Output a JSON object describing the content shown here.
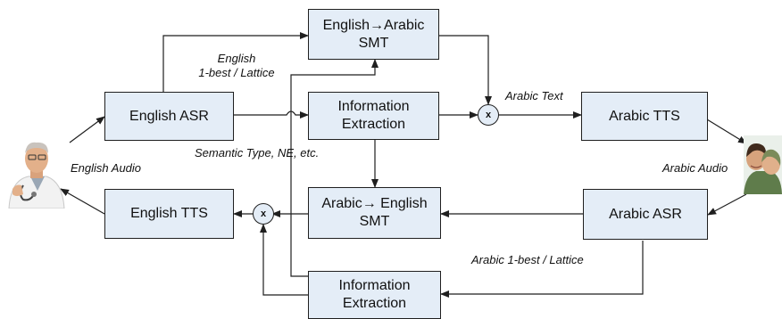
{
  "boxes": {
    "en_ar_smt": [
      "English→Arabic",
      "SMT"
    ],
    "english_asr": [
      "English ASR"
    ],
    "ie_top": [
      "Information",
      "Extraction"
    ],
    "arabic_tts": [
      "Arabic TTS"
    ],
    "english_tts": [
      "English TTS"
    ],
    "ar_en_smt": [
      "Arabic→ English",
      "SMT"
    ],
    "arabic_asr": [
      "Arabic ASR"
    ],
    "ie_bottom": [
      "Information",
      "Extraction"
    ]
  },
  "labels": {
    "english_lattice": [
      "English",
      "1-best / Lattice"
    ],
    "arabic_text": "Arabic Text",
    "semantic_type": "Semantic Type, NE, etc.",
    "english_audio": "English Audio",
    "arabic_audio": "Arabic Audio",
    "arabic_lattice": "Arabic 1-best / Lattice"
  },
  "mult_symbol": "x",
  "colors": {
    "box_fill": "#e4edf7",
    "line": "#1f1f1f"
  },
  "icons": [
    "english-speaker-doctor-photo",
    "arabic-speakers-children-photo"
  ]
}
